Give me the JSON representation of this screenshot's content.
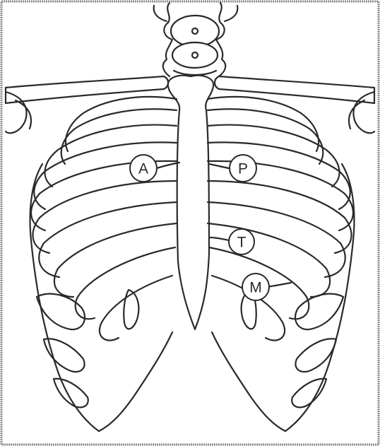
{
  "figure": {
    "border_color": "#8a8a8a",
    "stroke_color": "#2a2a2a",
    "background": "#ffffff"
  },
  "labels": {
    "A": "A",
    "P": "P",
    "T": "T",
    "M": "M"
  }
}
